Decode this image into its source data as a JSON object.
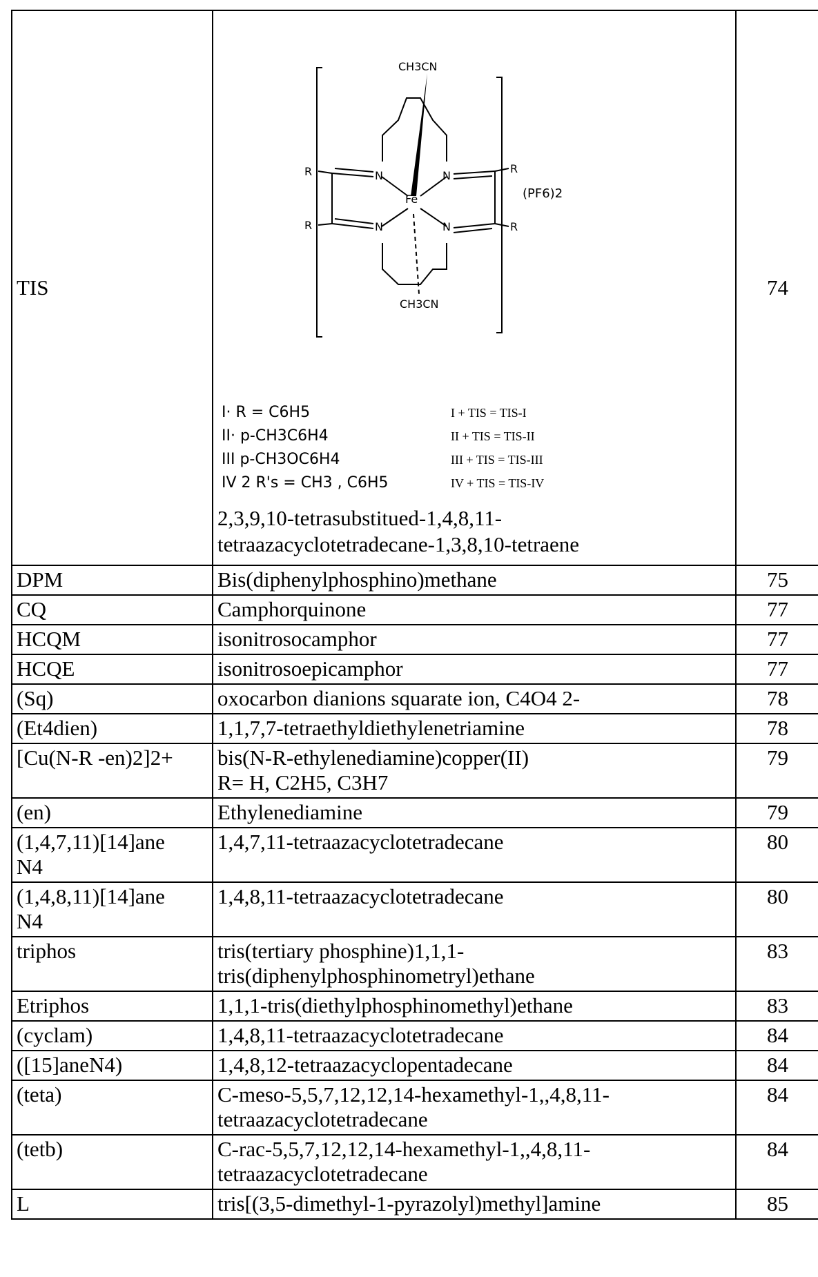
{
  "tis_row": {
    "abbr": "TIS",
    "ref": "74",
    "structure": {
      "top_ligand": "CH3CN",
      "bottom_ligand": "CH3CN",
      "metal": "Fe",
      "substituent": "R",
      "counter_ion": "(PF6)2"
    },
    "legend": [
      {
        "numeral": "I",
        "lhs": "I· R = C6H5",
        "rhs": "I + TIS = TIS-I"
      },
      {
        "numeral": "II",
        "lhs": "II· p-CH3C6H4",
        "rhs": "II + TIS = TIS-II"
      },
      {
        "numeral": "III",
        "lhs": "III p-CH3OC6H4",
        "rhs": "III + TIS = TIS-III"
      },
      {
        "numeral": "IV",
        "lhs": "IV 2 R's = CH3 , C6H5",
        "rhs": "IV + TIS = TIS-IV"
      }
    ],
    "full_name_line1": "2,3,9,10-tetrasubstitued-1,4,8,11-",
    "full_name_line2": "tetraazacyclotetradecane-1,3,8,10-tetraene"
  },
  "rows": [
    {
      "abbr": "DPM",
      "name": "Bis(diphenylphosphino)methane",
      "ref": "75"
    },
    {
      "abbr": "CQ",
      "name": "Camphorquinone",
      "ref": "77"
    },
    {
      "abbr": "HCQM",
      "name": "isonitrosocamphor",
      "ref": "77"
    },
    {
      "abbr": "HCQE",
      "name": "isonitrosoepicamphor",
      "ref": "77"
    },
    {
      "abbr": "(Sq)",
      "name": "oxocarbon dianions squarate ion, C4O4 2-",
      "ref": "78"
    },
    {
      "abbr": "(Et4dien)",
      "name": "1,1,7,7-tetraethyldiethylenetriamine",
      "ref": "78"
    },
    {
      "abbr": "[Cu(N-R -en)2]2+",
      "name": "bis(N-R-ethylenediamine)copper(II)",
      "name2": "R= H, C2H5, C3H7",
      "ref": "79"
    },
    {
      "abbr": "(en)",
      "name": "Ethylenediamine",
      "ref": "79"
    },
    {
      "abbr": "(1,4,7,11)[14]ane",
      "abbr2": "N4",
      "name": " 1,4,7,11-tetraazacyclotetradecane",
      "ref": "80"
    },
    {
      "abbr": "(1,4,8,11)[14]ane",
      "abbr2": "N4",
      "name": "1,4,8,11-tetraazacyclotetradecane",
      "ref": "80"
    },
    {
      "abbr": "triphos",
      "name": "tris(tertiary phosphine)1,1,1-",
      "name2": "tris(diphenylphosphinometryl)ethane",
      "ref": "83"
    },
    {
      "abbr": "Etriphos",
      "name": "1,1,1-tris(diethylphosphinomethyl)ethane",
      "ref": "83"
    },
    {
      "abbr": "(cyclam)",
      "name": "1,4,8,11-tetraazacyclotetradecane",
      "ref": "84"
    },
    {
      "abbr": "([15]aneN4)",
      "name": "1,4,8,12-tetraazacyclopentadecane",
      "ref": "84"
    },
    {
      "abbr": "(teta)",
      "name": "C-meso-5,5,7,12,12,14-hexamethyl-1,,4,8,11-",
      "name2": "tetraazacyclotetradecane",
      "ref": "84"
    },
    {
      "abbr": "(tetb)",
      "name": "C-rac-5,5,7,12,12,14-hexamethyl-1,,4,8,11-",
      "name2": "tetraazacyclotetradecane",
      "ref": "84"
    },
    {
      "abbr": "L",
      "name": "tris[(3,5-dimethyl-1-pyrazolyl)methyl]amine",
      "ref": "85"
    }
  ]
}
